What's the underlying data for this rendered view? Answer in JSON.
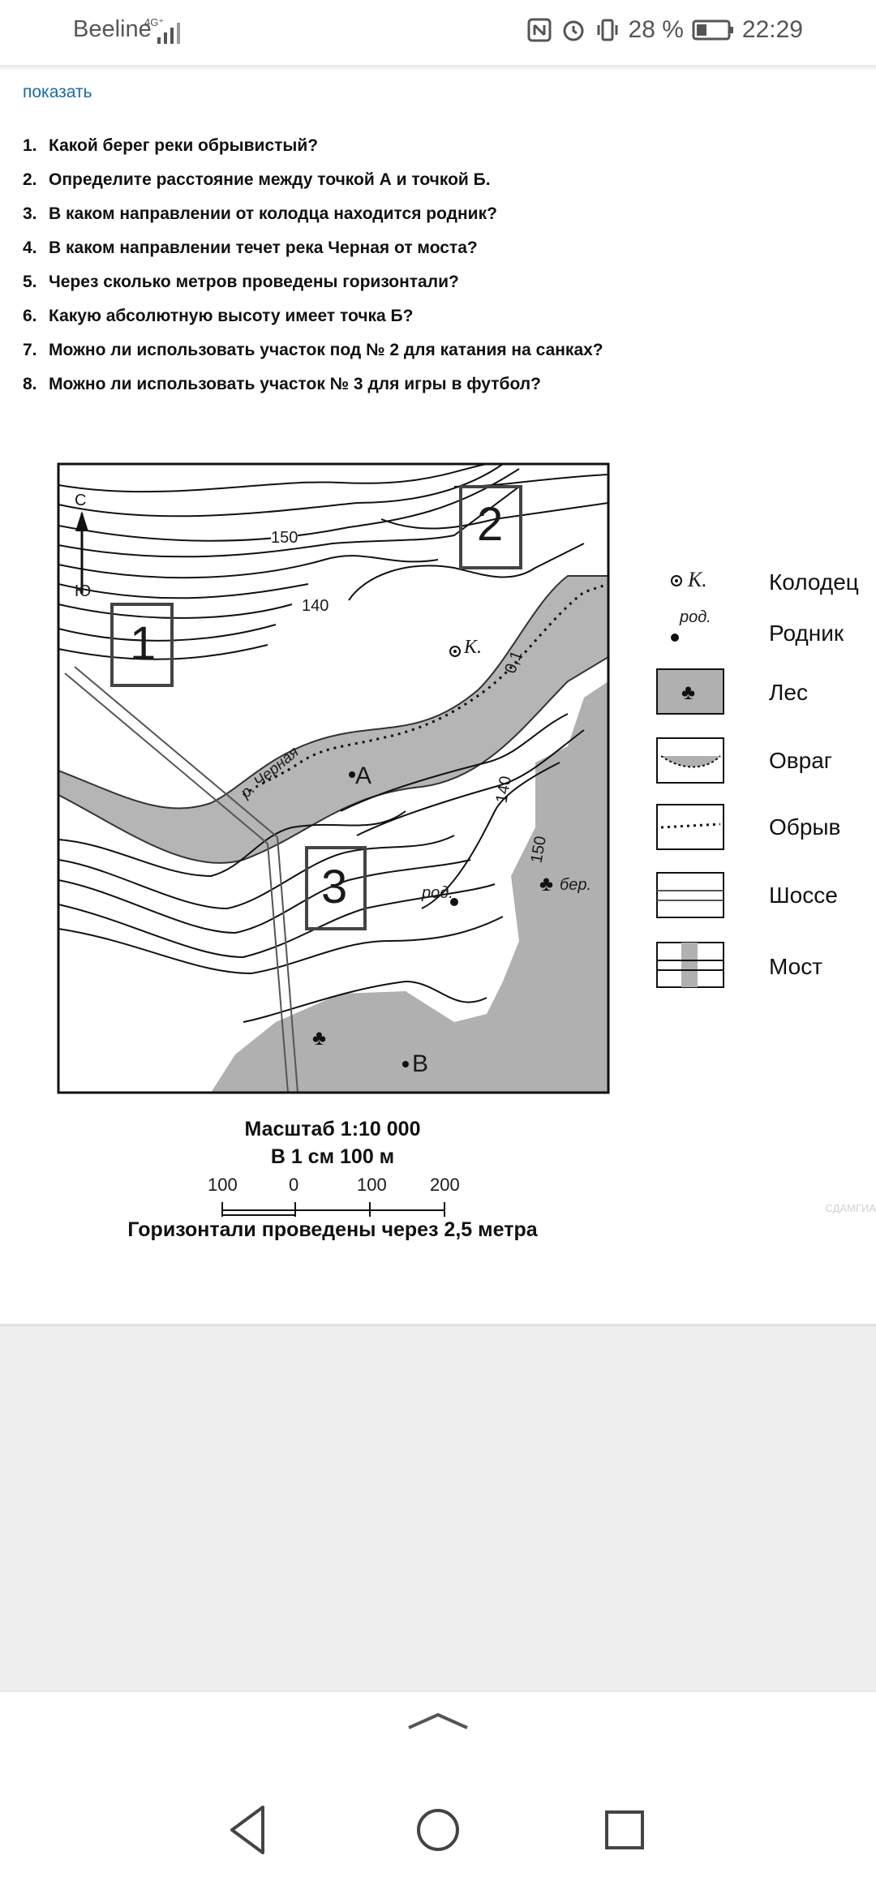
{
  "status_bar": {
    "carrier": "Beeline",
    "network": "4G⁺",
    "battery": "28 %",
    "time": "22:29",
    "icons": [
      "nfc-icon",
      "alarm-icon",
      "vibrate-icon",
      "battery-icon"
    ]
  },
  "show_link": "показать",
  "questions": [
    {
      "n": "1.",
      "text": "Какой берег реки обрывистый?"
    },
    {
      "n": "2.",
      "text": "Определите расстояние между точкой А и точкой Б."
    },
    {
      "n": "3.",
      "text": "В каком направлении от колодца находится родник?"
    },
    {
      "n": "4.",
      "text": "В каком направлении течет река Черная от моста?"
    },
    {
      "n": "5.",
      "text": "Через сколько метров проведены горизонтали?"
    },
    {
      "n": "6.",
      "text": "Какую абсолютную высоту имеет точка Б?"
    },
    {
      "n": "7.",
      "text": "Можно ли использовать участок под № 2 для катания на санках?"
    },
    {
      "n": "8.",
      "text": "Можно ли использовать участок № 3 для игры в футбол?"
    }
  ],
  "map": {
    "north": "С",
    "south": "Ю",
    "contour_150": "150",
    "contour_140": "140",
    "contour_140b": "140",
    "contour_150b": "150",
    "depth": "0,1",
    "river": "р. Черная",
    "point_a": "А",
    "point_b": "В",
    "well_label": "К.",
    "spring_label": "род.",
    "forest_label": "бер.",
    "plots": [
      "1",
      "2",
      "3"
    ]
  },
  "legend": [
    {
      "symbol": "К.",
      "label": "Колодец",
      "icon": "well-icon"
    },
    {
      "symbol": "род.",
      "label": "Родник",
      "icon": "spring-icon"
    },
    {
      "symbol": "",
      "label": "Лес",
      "icon": "forest-icon"
    },
    {
      "symbol": "",
      "label": "Овраг",
      "icon": "ravine-icon"
    },
    {
      "symbol": "",
      "label": "Обрыв",
      "icon": "cliff-icon"
    },
    {
      "symbol": "",
      "label": "Шоссе",
      "icon": "highway-icon"
    },
    {
      "symbol": "",
      "label": "Мост",
      "icon": "bridge-icon"
    }
  ],
  "scale": {
    "title": "Масштаб 1:10 000",
    "subtitle": "В 1 см 100 м",
    "ticks": [
      "100",
      "0",
      "100",
      "200"
    ],
    "caption": "Горизонтали проведены через 2,5 метра"
  },
  "watermark": "СДАМГИА",
  "colors": {
    "forest": "#b0b0b0",
    "link": "#1a6aa8",
    "gray_area": "#eeeeee"
  }
}
